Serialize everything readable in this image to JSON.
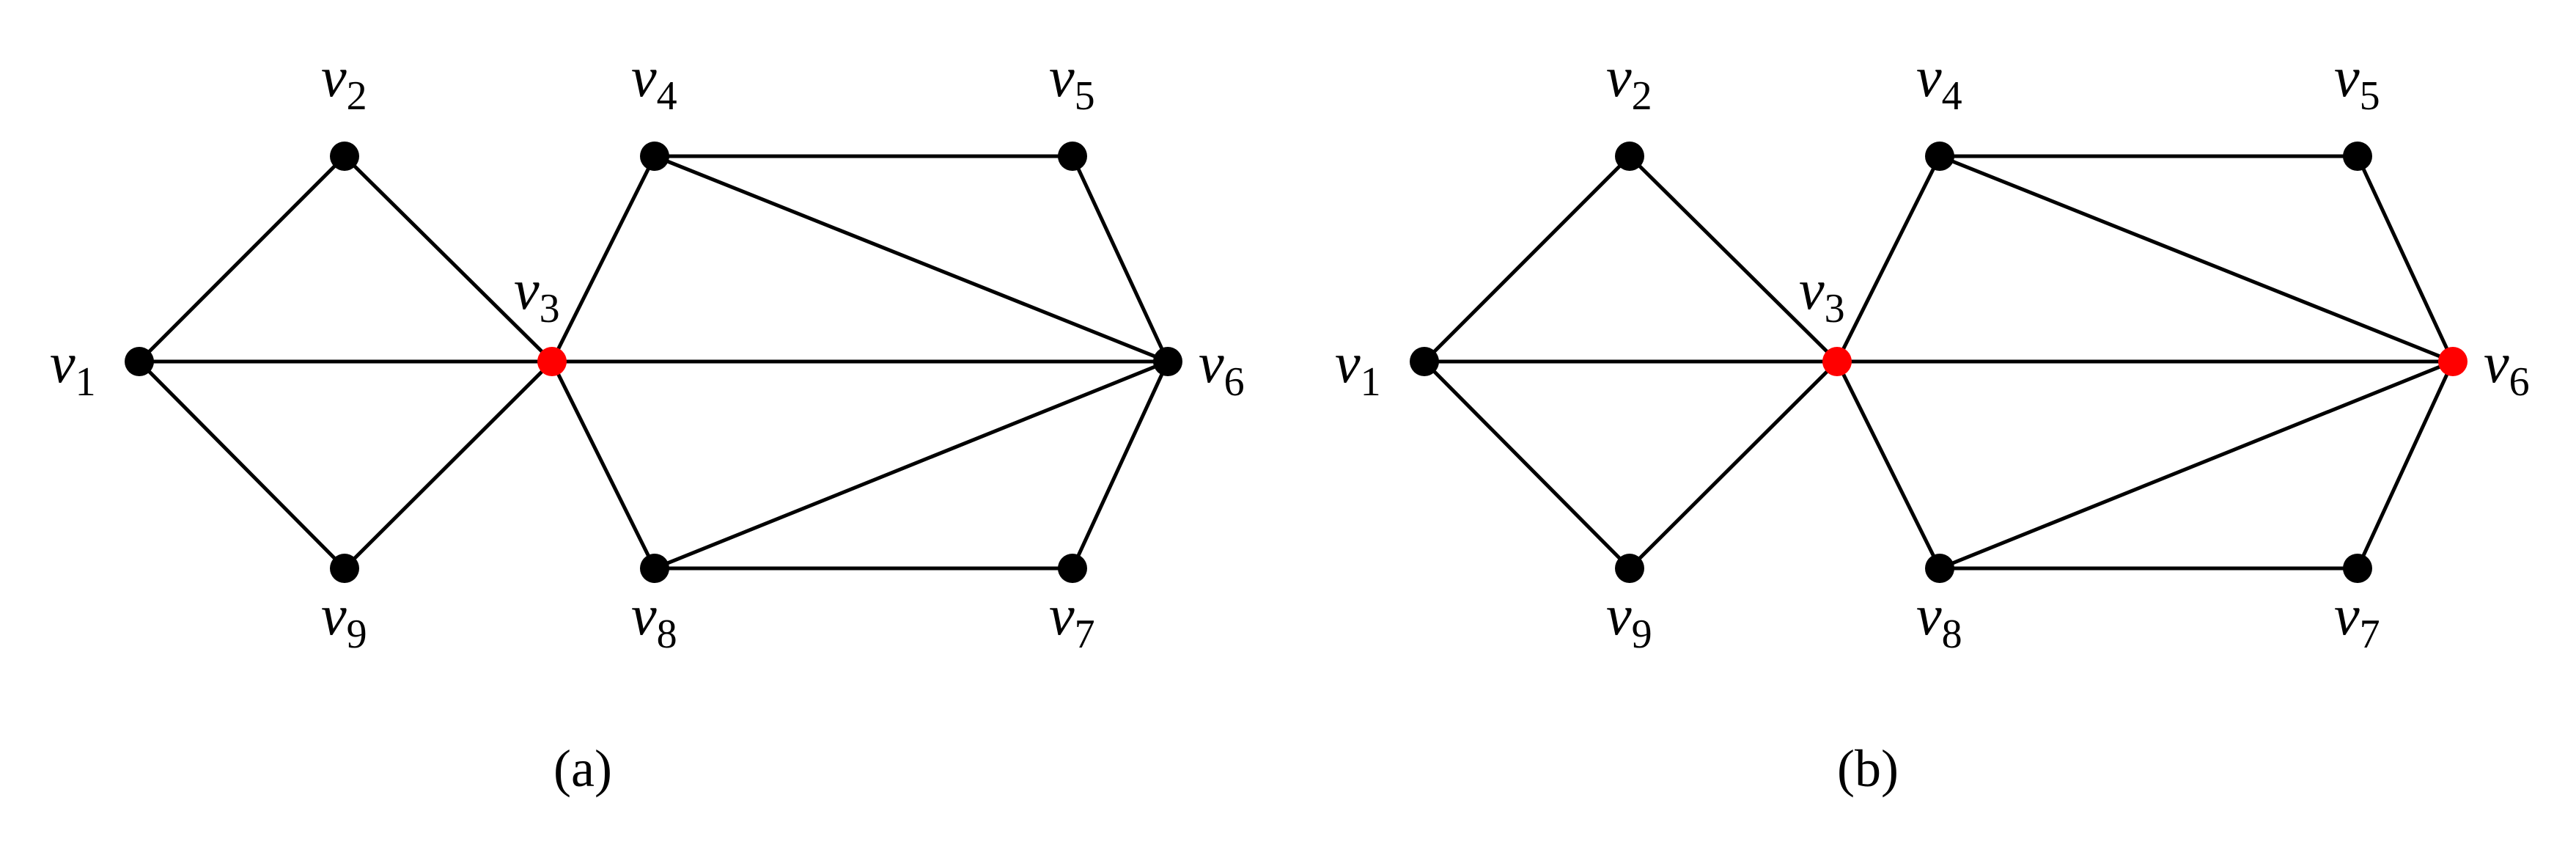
{
  "colors": {
    "vertex": "#000000",
    "highlight": "#ff0000",
    "edge": "#000000"
  },
  "graph": {
    "vertex_letter": "v",
    "vertices": [
      "1",
      "2",
      "3",
      "4",
      "5",
      "6",
      "7",
      "8",
      "9"
    ],
    "edges": [
      [
        "1",
        "2"
      ],
      [
        "1",
        "9"
      ],
      [
        "1",
        "3"
      ],
      [
        "2",
        "3"
      ],
      [
        "9",
        "3"
      ],
      [
        "3",
        "4"
      ],
      [
        "3",
        "8"
      ],
      [
        "3",
        "6"
      ],
      [
        "4",
        "5"
      ],
      [
        "4",
        "6"
      ],
      [
        "5",
        "6"
      ],
      [
        "8",
        "7"
      ],
      [
        "8",
        "6"
      ],
      [
        "7",
        "6"
      ]
    ]
  },
  "panels": [
    {
      "caption": "(a)",
      "highlighted": [
        "3"
      ]
    },
    {
      "caption": "(b)",
      "highlighted": [
        "3",
        "6"
      ]
    }
  ]
}
